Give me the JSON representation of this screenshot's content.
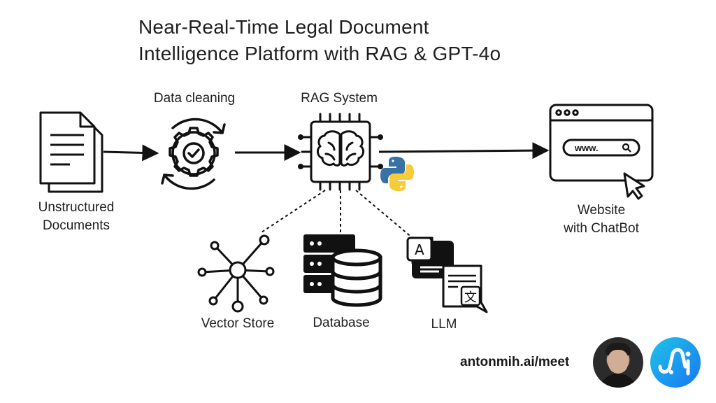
{
  "title": {
    "line1": "Near-Real-Time Legal Document",
    "line2": "Intelligence Platform with RAG & GPT-4o"
  },
  "nodes": {
    "documents": {
      "line1": "Unstructured",
      "line2": "Documents",
      "icon": "documents-icon"
    },
    "cleaning": {
      "label": "Data cleaning",
      "icon": "gear-check-icon"
    },
    "rag": {
      "label": "RAG System",
      "icon": "brain-chip-icon"
    },
    "website": {
      "line1": "Website",
      "line2": "with ChatBot",
      "icon": "browser-window-icon",
      "search_text": "www."
    },
    "vector_store": {
      "label": "Vector Store",
      "icon": "vector-network-icon"
    },
    "database": {
      "label": "Database",
      "icon": "database-icon"
    },
    "llm": {
      "label": "LLM",
      "icon": "translate-chat-icon",
      "glyph_a": "A",
      "glyph_b": "文"
    }
  },
  "footer": {
    "link": "antonmih.ai/meet"
  },
  "colors": {
    "stroke": "#111111",
    "python_blue": "#3772a4",
    "python_yellow": "#f7cb3a",
    "logo_start": "#20c4e8",
    "logo_end": "#1877f2"
  }
}
